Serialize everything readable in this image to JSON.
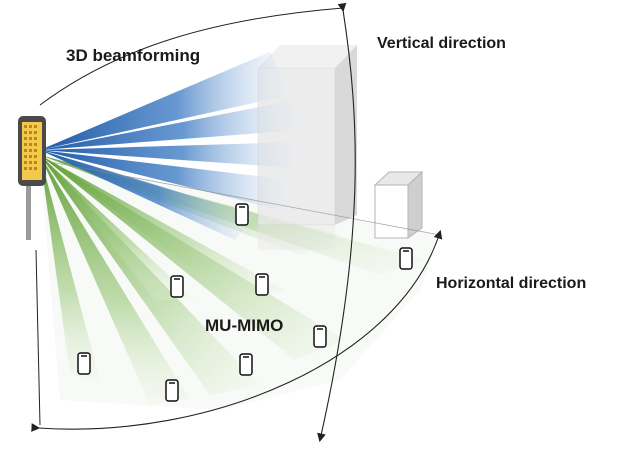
{
  "labels": {
    "beamforming": "3D beamforming",
    "vertical": "Vertical direction",
    "horizontal": "Horizontal direction",
    "mumimo": "MU-MIMO"
  },
  "colors": {
    "blue_beam": "#1f5aa8",
    "green_beam": "#6aa83f",
    "building": "#dcdcdc",
    "antenna_panel": "#f2c94c",
    "antenna_body": "#4a4a4a",
    "arrow": "#222222"
  },
  "icons": {
    "antenna": "base-station-antenna",
    "device": "smartphone",
    "building": "building-block"
  }
}
